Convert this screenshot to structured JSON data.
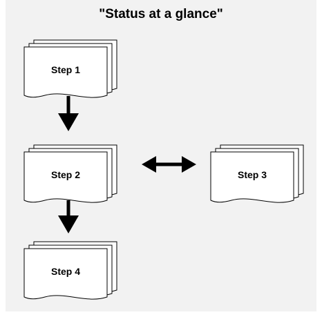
{
  "title": "\"Status at a glance\"",
  "steps": [
    {
      "label": "Step 1"
    },
    {
      "label": "Step 2"
    },
    {
      "label": "Step 3"
    },
    {
      "label": "Step 4"
    }
  ],
  "colors": {
    "background": "#f2f2f2",
    "document_fill": "#ffffff",
    "stroke": "#000000"
  }
}
